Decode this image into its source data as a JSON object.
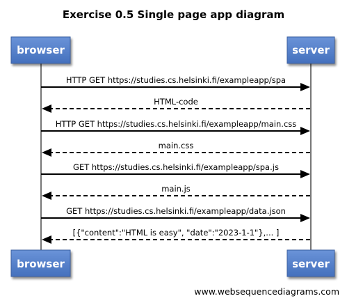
{
  "diagram": {
    "title": "Exercise 0.5 Single page app diagram",
    "watermark": "www.websequencediagrams.com",
    "actors": [
      {
        "id": "browser",
        "label": "browser"
      },
      {
        "id": "server",
        "label": "server"
      }
    ],
    "messages": [
      {
        "from": "browser",
        "to": "server",
        "style": "solid",
        "label": "HTTP GET https://studies.cs.helsinki.fi/exampleapp/spa"
      },
      {
        "from": "server",
        "to": "browser",
        "style": "dashed",
        "label": "HTML-code"
      },
      {
        "from": "browser",
        "to": "server",
        "style": "solid",
        "label": "HTTP GET https://studies.cs.helsinki.fi/exampleapp/main.css"
      },
      {
        "from": "server",
        "to": "browser",
        "style": "dashed",
        "label": "main.css"
      },
      {
        "from": "browser",
        "to": "server",
        "style": "solid",
        "label": "GET https://studies.cs.helsinki.fi/exampleapp/spa.js"
      },
      {
        "from": "server",
        "to": "browser",
        "style": "dashed",
        "label": "main.js"
      },
      {
        "from": "browser",
        "to": "server",
        "style": "solid",
        "label": "GET https://studies.cs.helsinki.fi/exampleapp/data.json"
      },
      {
        "from": "server",
        "to": "browser",
        "style": "dashed",
        "label": "[{\"content\":\"HTML is easy\", \"date\":\"2023-1-1\"},... ]"
      }
    ],
    "colors": {
      "actor_fill": "#4f7bc7",
      "actor_stroke": "#3a5fa0",
      "actor_text": "#ffffff",
      "lifeline": "#777777",
      "arrow": "#000000"
    }
  }
}
